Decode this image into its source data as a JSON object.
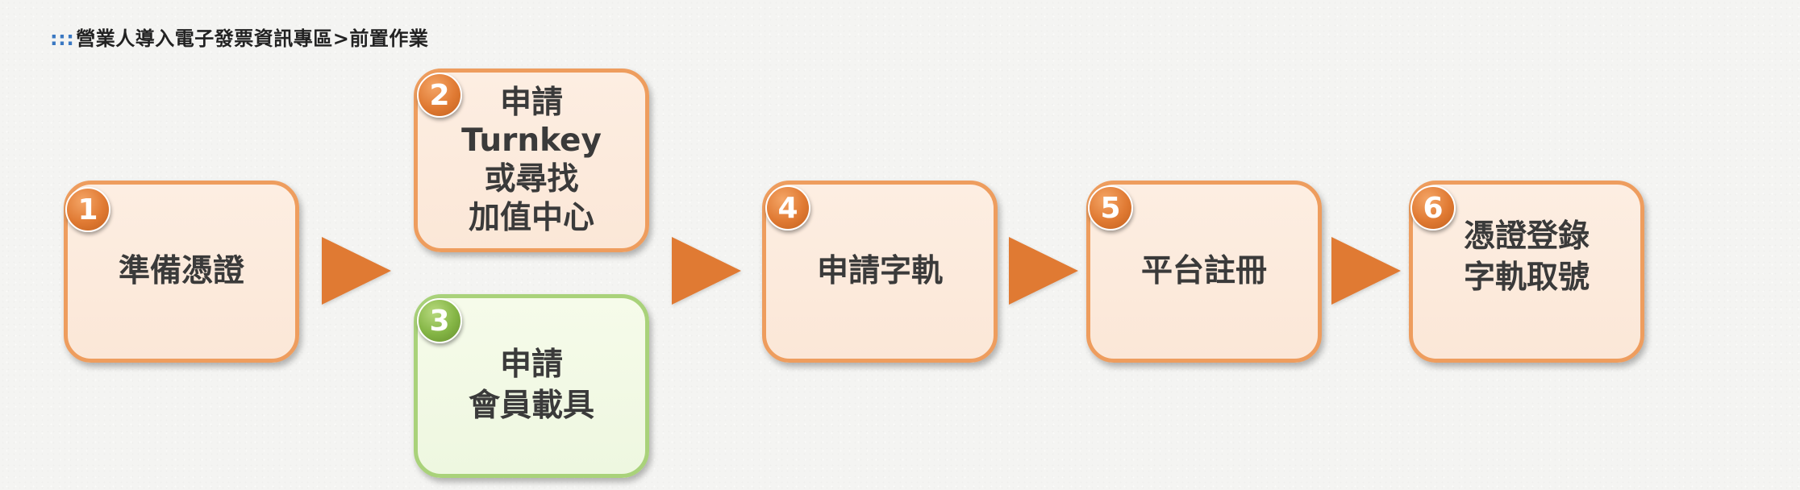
{
  "breadcrumb": {
    "prefix": ":::",
    "parent": "營業人導入電子發票資訊專區",
    "separator": ">",
    "current": "前置作業"
  },
  "colors": {
    "orange_border": "#ee9d5e",
    "orange_fill": "#fbe7d7",
    "orange_badge": "#e07a33",
    "green_border": "#a9d27a",
    "green_fill": "#eef7e0",
    "green_badge": "#84b545",
    "arrow": "#e07a33"
  },
  "steps": [
    {
      "number": "1",
      "label": "準備憑證",
      "color": "orange"
    },
    {
      "number": "2",
      "label": "申請\nTurnkey\n或尋找\n加值中心",
      "color": "orange"
    },
    {
      "number": "3",
      "label": "申請\n會員載具",
      "color": "green"
    },
    {
      "number": "4",
      "label": "申請字軌",
      "color": "orange"
    },
    {
      "number": "5",
      "label": "平台註冊",
      "color": "orange"
    },
    {
      "number": "6",
      "label": "憑證登錄\n字軌取號",
      "color": "orange"
    }
  ]
}
